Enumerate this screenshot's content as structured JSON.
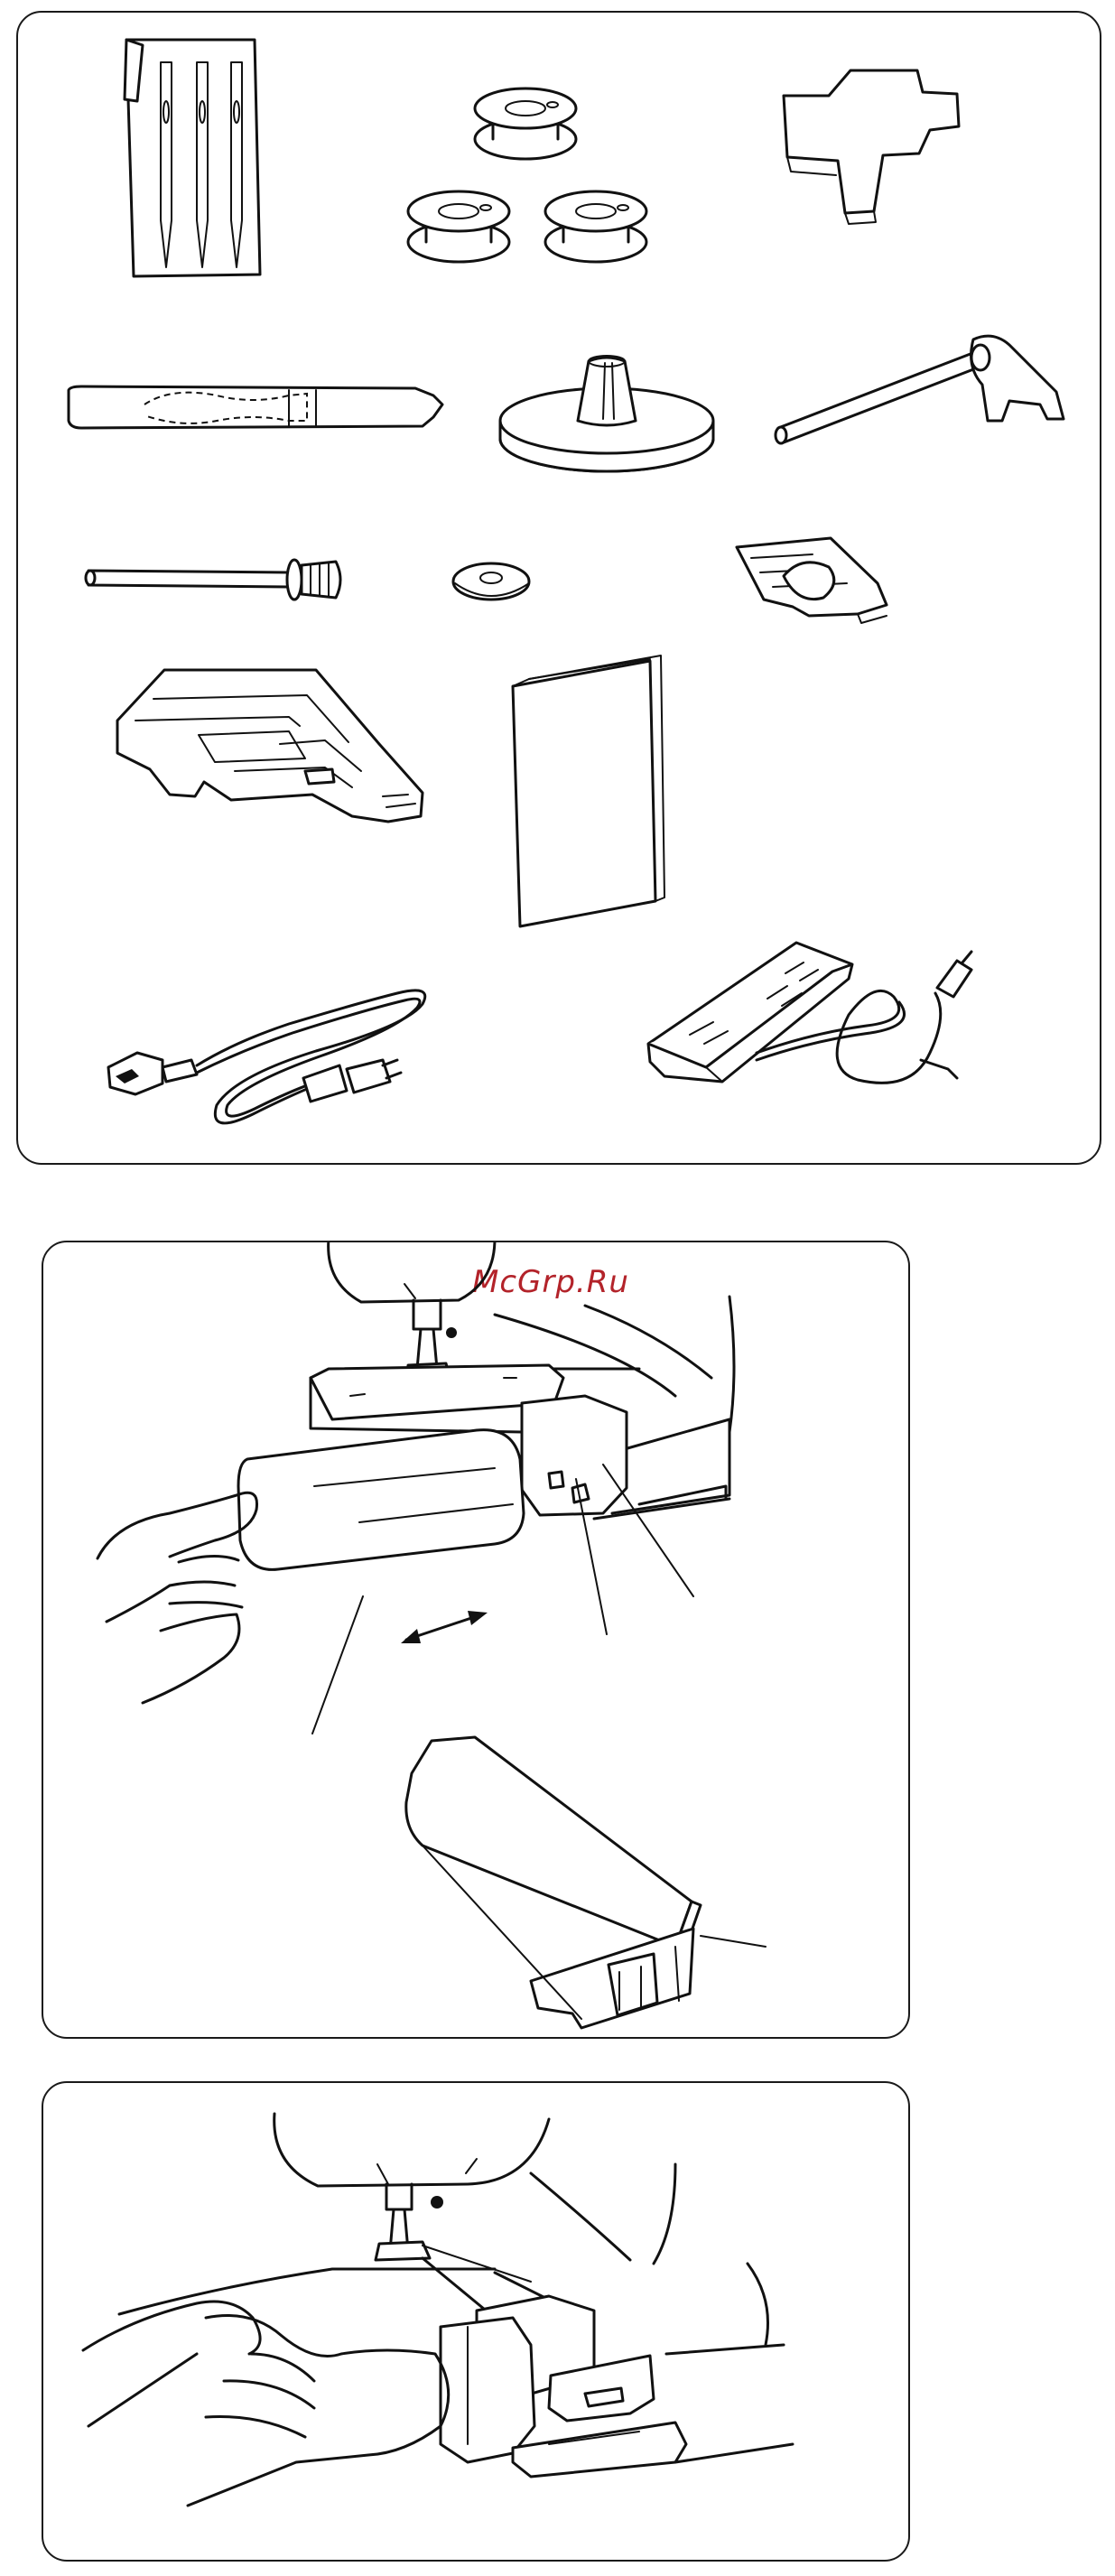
{
  "watermark": {
    "text": "McGrp.Ru",
    "color": "#b3232a"
  },
  "panels": [
    {
      "name": "standard-accessories"
    },
    {
      "name": "removing-extension-table"
    },
    {
      "name": "free-arm-sewing"
    }
  ],
  "accessories": [
    "needles",
    "bobbins",
    "screwdriver",
    "seam-ripper",
    "spool-holder",
    "spool-pin",
    "spool-pin-extra",
    "felt-disk",
    "zigzag-foot",
    "buttonhole-foot",
    "instruction-book",
    "power-cord",
    "foot-control"
  ]
}
